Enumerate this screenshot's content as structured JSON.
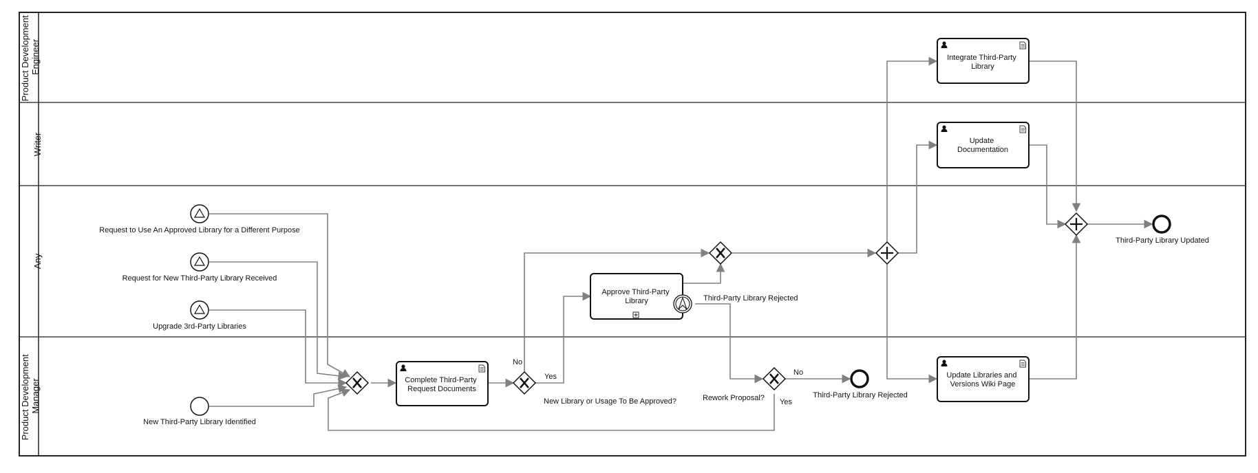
{
  "lanes": [
    {
      "label_lines": [
        "Product Development",
        "Engineer"
      ]
    },
    {
      "label_lines": [
        "Writer"
      ]
    },
    {
      "label_lines": [
        "Any"
      ]
    },
    {
      "label_lines": [
        "Product Development",
        "Manager"
      ]
    }
  ],
  "events": {
    "start_approved_purpose": "Request to Use An Approved Library for a Different Purpose",
    "start_new_library": "Request for New Third-Party Library Received",
    "start_upgrade": "Upgrade 3rd-Party Libraries",
    "start_identified": "New Third-Party Library Identified",
    "end_rejected": "Third-Party Library Rejected",
    "end_updated": "Third-Party Library Updated",
    "boundary_rejected": "Third-Party Library Rejected"
  },
  "tasks": {
    "complete_docs": [
      "Complete Third-Party",
      "Request Documents"
    ],
    "approve": [
      "Approve Third-Party",
      "Library"
    ],
    "integrate": [
      "Integrate Third-Party",
      "Library"
    ],
    "update_docs": [
      "Update",
      "Documentation"
    ],
    "update_wiki": [
      "Update Libraries and",
      "Versions Wiki Page"
    ]
  },
  "gateways": {
    "approval_question": "New Library or Usage To Be Approved?",
    "rework_question": "Rework Proposal?"
  },
  "flow_labels": {
    "approval_no": "No",
    "approval_yes": "Yes",
    "rework_no": "No",
    "rework_yes": "Yes"
  },
  "icons": {
    "user_task": "user-icon",
    "documentation": "document-icon",
    "subprocess": "plus-square-icon",
    "signal": "triangle-signal-icon",
    "escalation": "escalation-icon"
  },
  "colors": {
    "flow": "#808080",
    "shape_border": "#111111"
  }
}
